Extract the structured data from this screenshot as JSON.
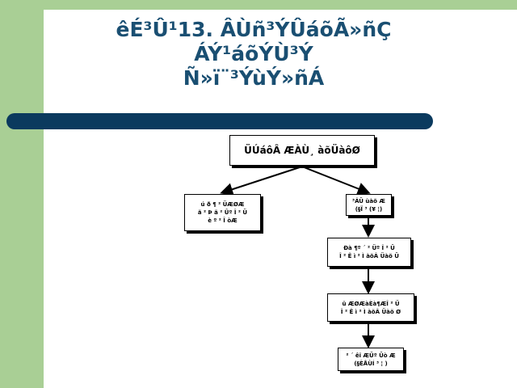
{
  "slide": {
    "title_lines": [
      "êÉ³Û¹13. ÂÙñ³ÝÛáõÃ»ñÇ",
      "ÁÝ¹áõÝÙ³Ý",
      "Ñ»ï¨³ÝùÝ»ñÁ"
    ]
  },
  "diagram": {
    "root": {
      "lines": [
        "ÜÚáôÂ ÆÀÙ¸ àõÜàôØ"
      ]
    },
    "left": {
      "lines": [
        "ú ð ¶ ² ÜÆØÆ",
        "ã ² Þ ã ² Ûº Î ² Ü",
        "è º ² Î òÆ"
      ]
    },
    "right": {
      "lines": [
        "³ÂÜ ùàõ Æ",
        "(§Ï ³ (¥ ¦)"
      ]
    },
    "chain_1": {
      "lines": [
        "Ðà ¶º ´ ² Üº Î ² Ü",
        "Î ² Ê ì ² Ì àõÂ Üàõ Ü"
      ]
    },
    "chain_2": {
      "lines": [
        "ü ÆØÆàÈà¶ÆÎ ² Ü",
        "Î ² Ê ì ² Ì àõÂ Üàõ Ø"
      ]
    },
    "chain_3": {
      "lines": [
        "² ´ êï ÆÜº Üò Æ",
        "(§ÊÅÙÍ ³ ¦ )"
      ]
    }
  }
}
